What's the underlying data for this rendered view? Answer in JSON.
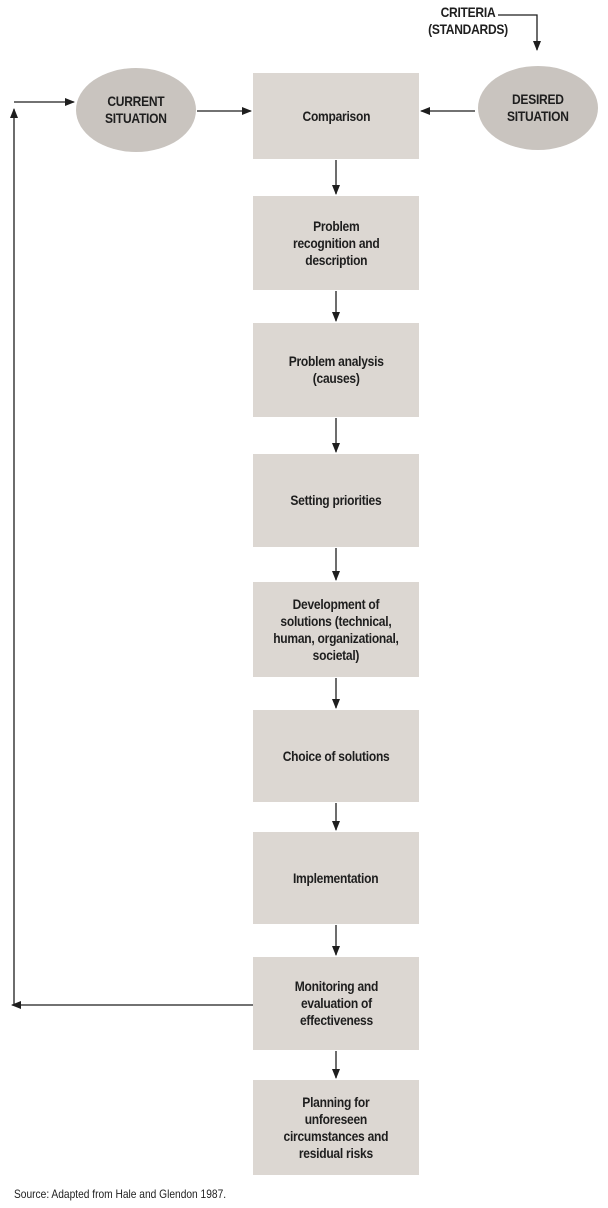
{
  "nodes": {
    "current_situation": "CURRENT\nSITUATION",
    "desired_situation": "DESIRED\nSITUATION",
    "criteria": "CRITERIA\n(STANDARDS)",
    "comparison": "Comparison",
    "problem_recognition": "Problem\nrecognition and\ndescription",
    "problem_analysis": "Problem analysis\n(causes)",
    "setting_priorities": "Setting priorities",
    "development_of_solutions": "Development of\nsolutions (technical,\nhuman, organizational,\nsocietal)",
    "choice_of_solutions": "Choice of solutions",
    "implementation": "Implementation",
    "monitoring": "Monitoring and\nevaluation of\neffectiveness",
    "planning": "Planning for\nunforeseen\ncircumstances and\nresidual risks"
  },
  "source": "Source: Adapted from Hale and Glendon 1987.",
  "colors": {
    "box_fill": "#dcd7d2",
    "ellipse_fill": "#c9c4bf",
    "line": "#1e1e1e"
  }
}
